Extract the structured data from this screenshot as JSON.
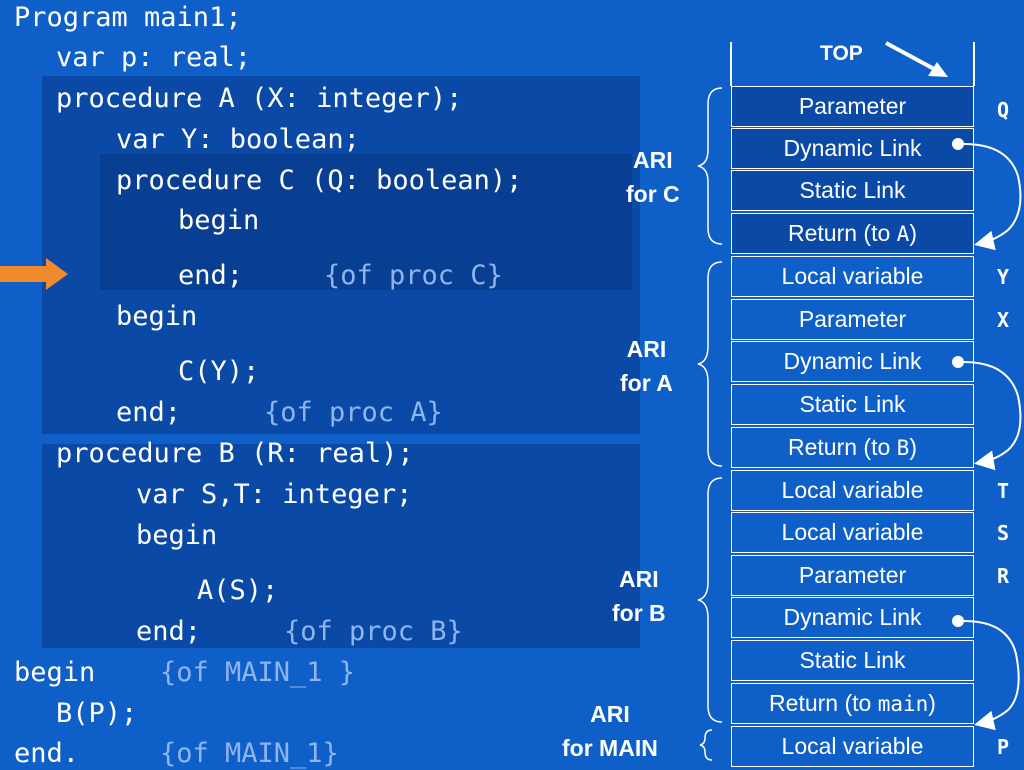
{
  "code": {
    "l1": "Program main1;",
    "l2": "var p: real;",
    "l3": "procedure A (X: integer);",
    "l4": "var Y: boolean;",
    "l5": "procedure C (Q: boolean);",
    "l6": "begin",
    "l7": "end;",
    "l7c": "{of proc C}",
    "l8": "begin",
    "l9": "C(Y);",
    "l10": "end;",
    "l10c": "{of proc A}",
    "l11": "procedure B (R: real);",
    "l12": "var S,T: integer;",
    "l13": "begin",
    "l14": "A(S);",
    "l15": "end;",
    "l15c": "{of proc B}",
    "l16": "begin",
    "l16c": "{of MAIN_1 }",
    "l17": "B(P);",
    "l18": "end.",
    "l18c": "{of MAIN_1}"
  },
  "stack": {
    "top": "TOP",
    "cells": [
      {
        "label": "Parameter"
      },
      {
        "label": "Dynamic Link"
      },
      {
        "label": "Static Link"
      },
      {
        "label": "Return (to ",
        "mono": "A",
        "suffix": ")"
      },
      {
        "label": "Local variable"
      },
      {
        "label": "Parameter"
      },
      {
        "label": "Dynamic Link"
      },
      {
        "label": "Static Link"
      },
      {
        "label": "Return (to ",
        "mono": "B",
        "suffix": ")"
      },
      {
        "label": "Local variable"
      },
      {
        "label": "Local variable"
      },
      {
        "label": "Parameter"
      },
      {
        "label": "Dynamic Link"
      },
      {
        "label": "Static Link"
      },
      {
        "label": "Return (to ",
        "mono": "main",
        "suffix": ")"
      },
      {
        "label": "Local variable"
      }
    ],
    "vars": [
      "Q",
      "Y",
      "X",
      "T",
      "S",
      "R",
      "P"
    ]
  },
  "ari": {
    "c": "ARI\nfor C",
    "a": "ARI\nfor A",
    "b": "ARI\nfor B",
    "main": "ARI\nfor MAIN"
  },
  "colors": {
    "background": "#0f5fc8",
    "code_box": "#0a4aa6",
    "comment": "#8fb4ee",
    "arrow": "#f08a2c"
  },
  "icons": {
    "current_line": "orange-arrow-icon",
    "top_pointer": "arrow-icon"
  }
}
